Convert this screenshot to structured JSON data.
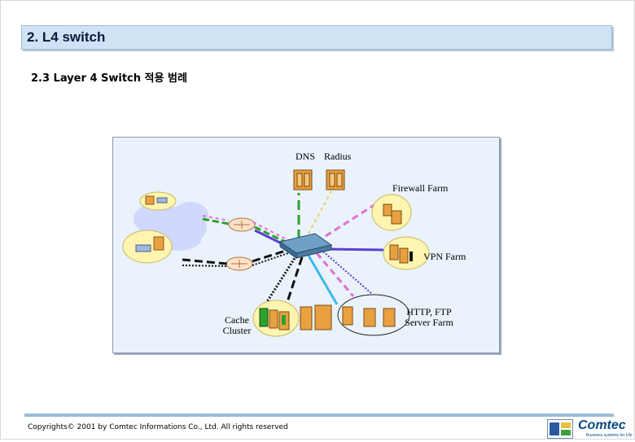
{
  "header": {
    "title": "2. L4 switch"
  },
  "section": {
    "subtitle": "2.3 Layer 4 Switch 적용 범례"
  },
  "diagram": {
    "labels": {
      "dns": "DNS",
      "radius": "Radius",
      "firewall": "Firewall Farm",
      "vpn": "VPN Farm",
      "http_line1": "HTTP, FTP",
      "http_line2": "Server Farm",
      "cache_line1": "Cache",
      "cache_line2": "Cluster"
    },
    "colors": {
      "green": "#2ea02e",
      "pink": "#e070d0",
      "purple": "#5b3fd0",
      "cyan": "#3cb8e6",
      "black": "#111111",
      "server": "#e8a040",
      "cloud": "#d0d8ff"
    }
  },
  "footer": {
    "copyright": "Copyrights© 2001 by Comtec Informations Co., Ltd. All rights reserved",
    "logo": "Comtec",
    "logo_tagline": "Business systems for Life"
  }
}
